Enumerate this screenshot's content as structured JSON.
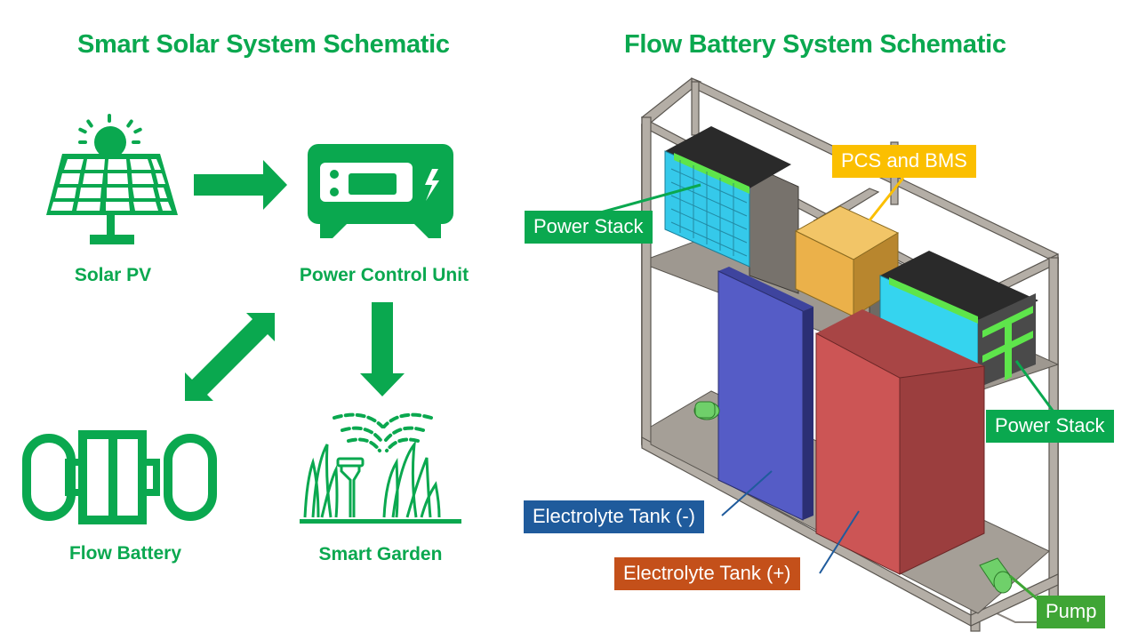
{
  "left_panel": {
    "title": "Smart Solar System Schematic",
    "nodes": [
      {
        "label": "Solar PV",
        "icon": "solar-panel-icon"
      },
      {
        "label": "Power Control Unit",
        "icon": "power-control-unit-icon"
      },
      {
        "label": "Flow Battery",
        "icon": "flow-battery-icon"
      },
      {
        "label": "Smart Garden",
        "icon": "sprinkler-garden-icon"
      }
    ],
    "connections": [
      {
        "from": "Solar PV",
        "to": "Power Control Unit",
        "direction": "one-way"
      },
      {
        "from": "Power Control Unit",
        "to": "Flow Battery",
        "direction": "two-way"
      },
      {
        "from": "Power Control Unit",
        "to": "Smart Garden",
        "direction": "one-way"
      }
    ]
  },
  "right_panel": {
    "title": "Flow Battery System Schematic",
    "callouts": [
      {
        "label": "Power Stack",
        "color": "#0aa84f"
      },
      {
        "label": "PCS and BMS",
        "color": "#fbbf00"
      },
      {
        "label": "Power Stack",
        "color": "#0aa84f"
      },
      {
        "label": "Electrolyte Tank (-)",
        "color": "#1f5b9c"
      },
      {
        "label": "Electrolyte Tank (+)",
        "color": "#c4501a"
      },
      {
        "label": "Pump",
        "color": "#3fa535"
      }
    ]
  },
  "colors": {
    "accent_green": "#0aa84f",
    "tank_negative": "#545bc6",
    "tank_positive": "#cc5555",
    "pcs_box": "#eeb24a",
    "stack_cyan": "#35d4ef",
    "frame_gray": "#a9a39b"
  }
}
